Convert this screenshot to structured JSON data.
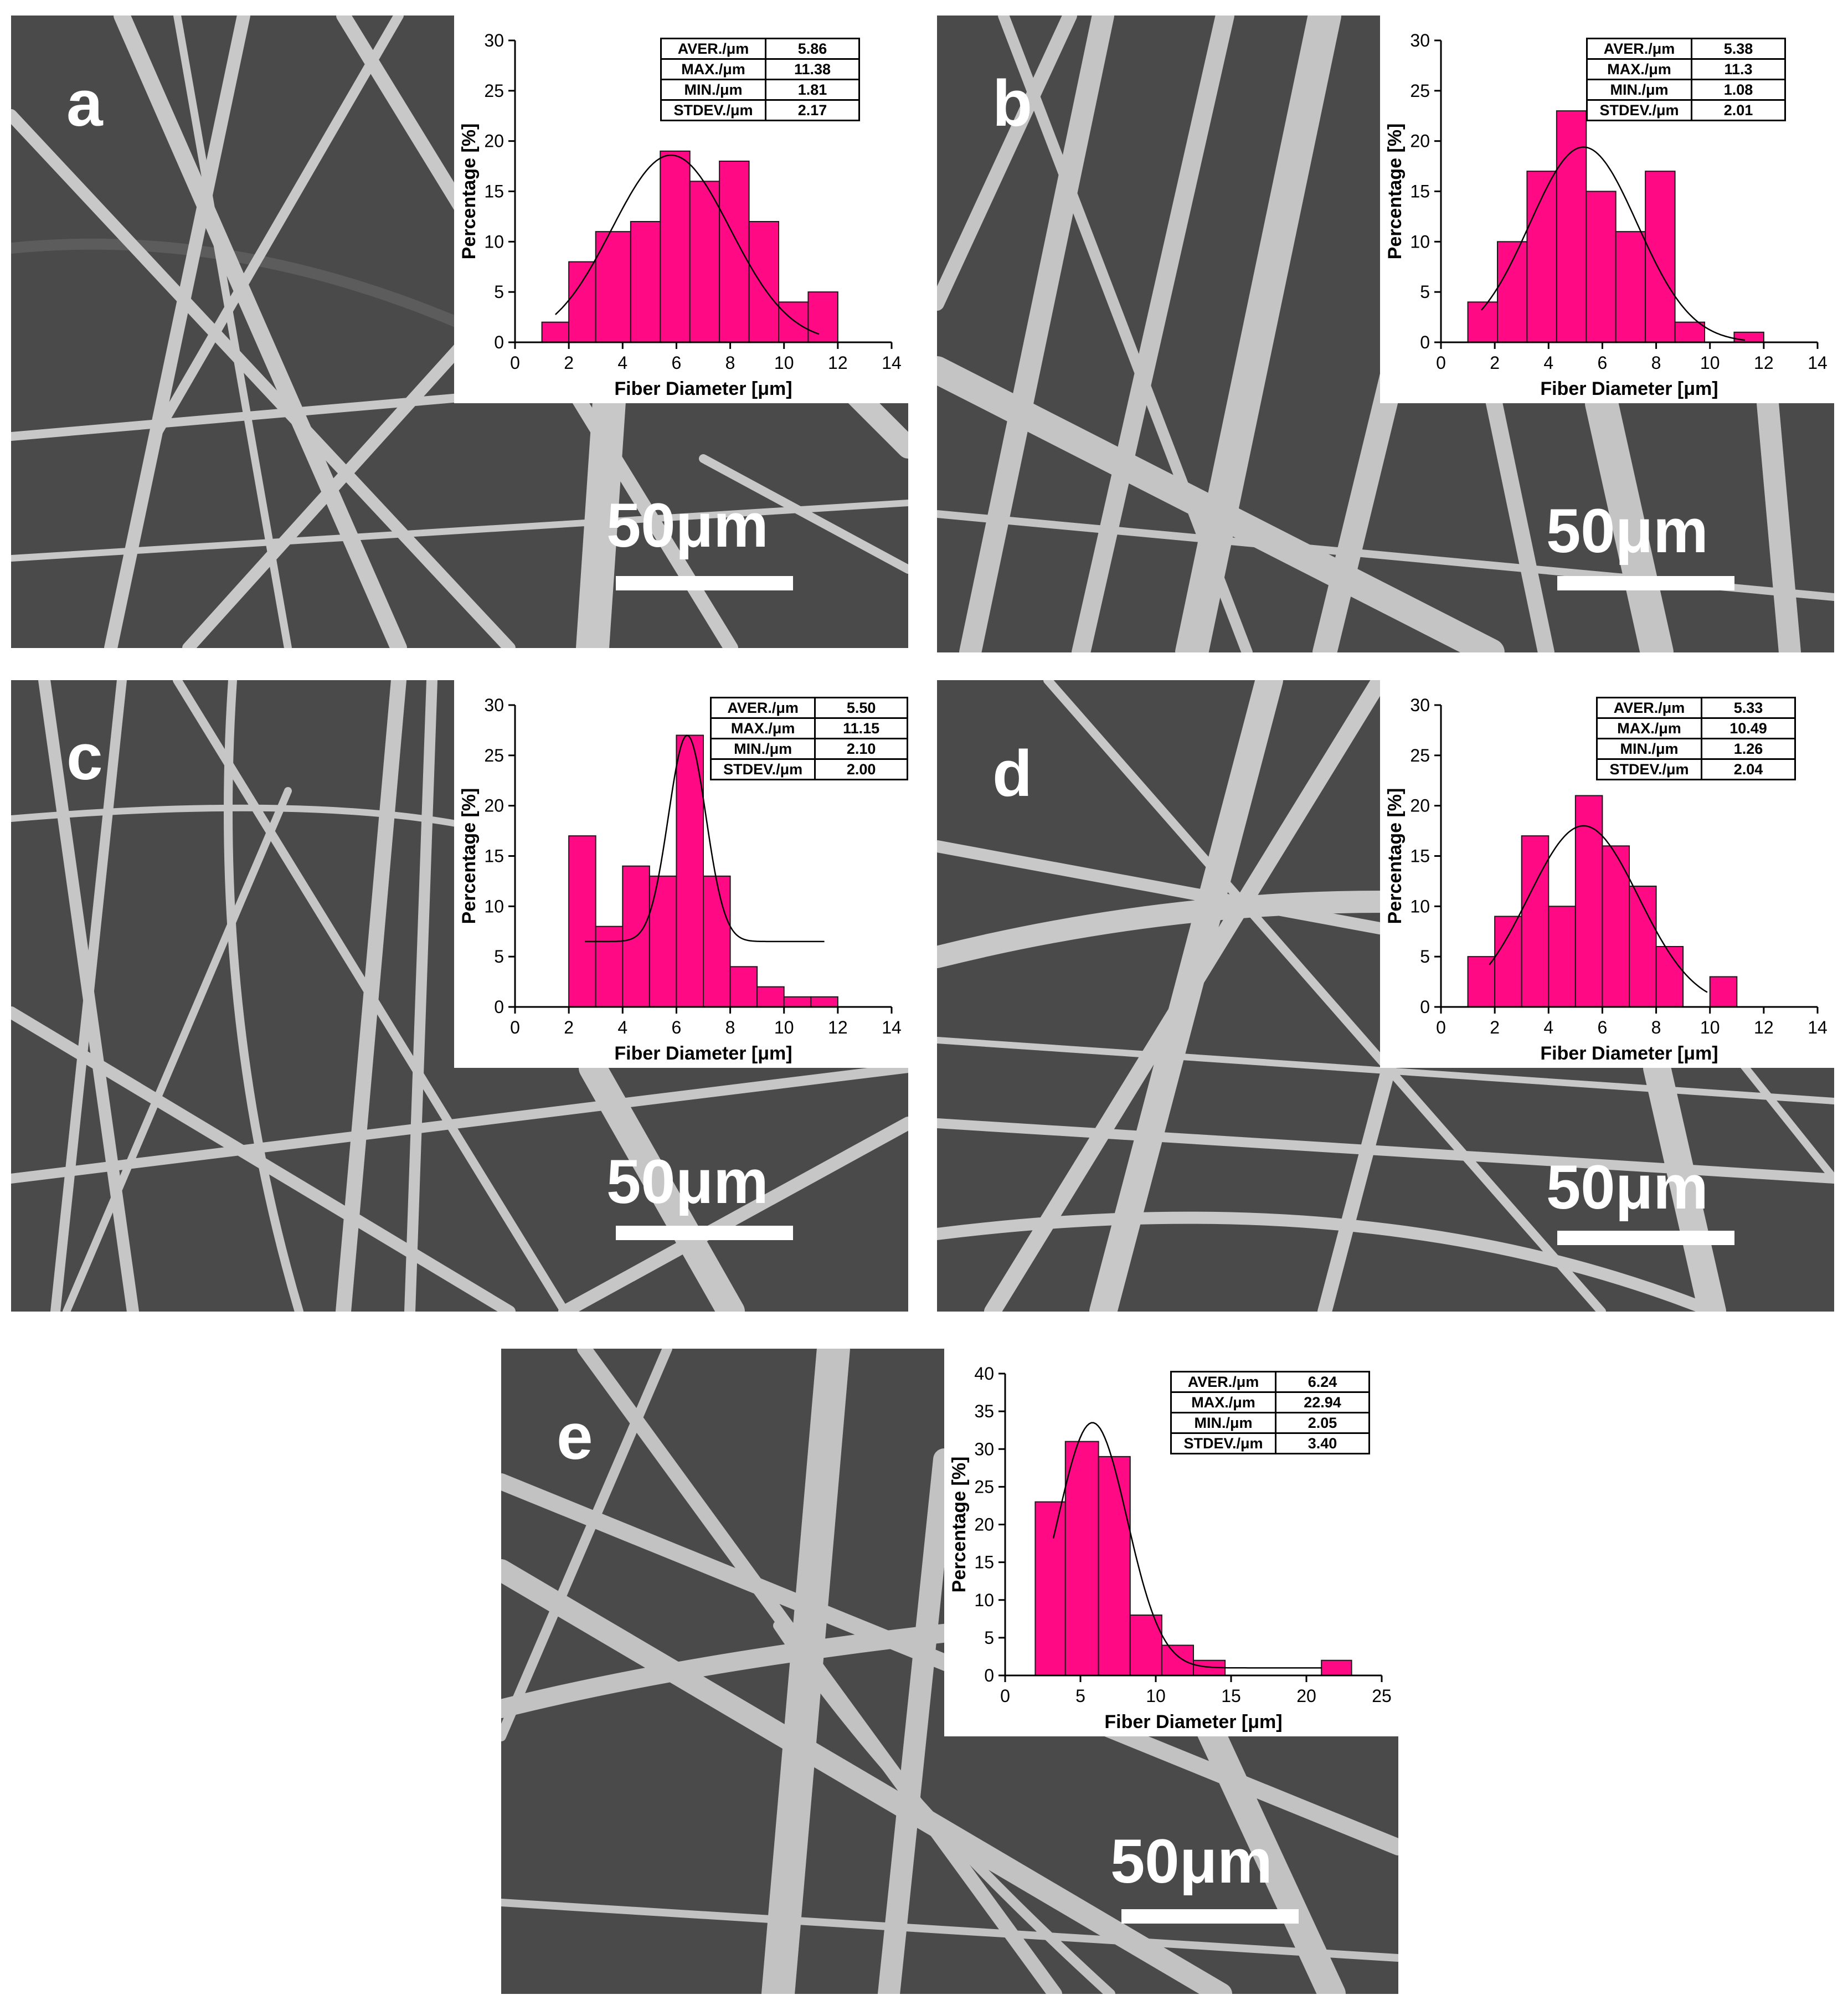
{
  "scale_bar_label": "50μm",
  "colors": {
    "bar_fill": "#ff0a84",
    "bar_edge": "#1a1a1a",
    "fit_curve": "#000000",
    "background_fiber_light": "#d8d8d8",
    "background_dark": "#4a4a4a"
  },
  "panels": [
    {
      "label": "a",
      "stats": [
        {
          "k": "AVER./μm",
          "v": "5.86"
        },
        {
          "k": "MAX./μm",
          "v": "11.38"
        },
        {
          "k": "MIN./μm",
          "v": "1.81"
        },
        {
          "k": "STDEV./μm",
          "v": "2.17"
        }
      ]
    },
    {
      "label": "b",
      "stats": [
        {
          "k": "AVER./μm",
          "v": "5.38"
        },
        {
          "k": "MAX./μm",
          "v": "11.3"
        },
        {
          "k": "MIN./μm",
          "v": "1.08"
        },
        {
          "k": "STDEV./μm",
          "v": "2.01"
        }
      ]
    },
    {
      "label": "c",
      "stats": [
        {
          "k": "AVER./μm",
          "v": "5.50"
        },
        {
          "k": "MAX./μm",
          "v": "11.15"
        },
        {
          "k": "MIN./μm",
          "v": "2.10"
        },
        {
          "k": "STDEV./μm",
          "v": "2.00"
        }
      ]
    },
    {
      "label": "d",
      "stats": [
        {
          "k": "AVER./μm",
          "v": "5.33"
        },
        {
          "k": "MAX./μm",
          "v": "10.49"
        },
        {
          "k": "MIN./μm",
          "v": "1.26"
        },
        {
          "k": "STDEV./μm",
          "v": "2.04"
        }
      ]
    },
    {
      "label": "e",
      "stats": [
        {
          "k": "AVER./μm",
          "v": "6.24"
        },
        {
          "k": "MAX./μm",
          "v": "22.94"
        },
        {
          "k": "MIN./μm",
          "v": "2.05"
        },
        {
          "k": "STDEV./μm",
          "v": "3.40"
        }
      ]
    }
  ],
  "chart_data": [
    {
      "panel": "a",
      "type": "bar",
      "xlabel": "Fiber Diameter [μm]",
      "ylabel": "Percentage [%]",
      "xlim": [
        0,
        14
      ],
      "ylim": [
        0,
        30
      ],
      "xticks": [
        0,
        2,
        4,
        6,
        8,
        10,
        12,
        14
      ],
      "yticks": [
        0,
        5,
        10,
        15,
        20,
        25,
        30
      ],
      "bins": [
        [
          1,
          2
        ],
        [
          2,
          3
        ],
        [
          3,
          4.3
        ],
        [
          4.3,
          5.4
        ],
        [
          5.4,
          6.5
        ],
        [
          6.5,
          7.6
        ],
        [
          7.6,
          8.7
        ],
        [
          8.7,
          9.8
        ],
        [
          9.8,
          10.9
        ],
        [
          10.9,
          12
        ]
      ],
      "values": [
        2,
        8,
        11,
        12,
        19,
        16,
        18,
        12,
        4,
        5
      ],
      "fit": {
        "mean": 5.8,
        "sd": 2.2,
        "peak": 18.6,
        "xrange": [
          1.5,
          11.3
        ]
      }
    },
    {
      "panel": "b",
      "type": "bar",
      "xlabel": "Fiber Diameter [μm]",
      "ylabel": "Percentage [%]",
      "xlim": [
        0,
        14
      ],
      "ylim": [
        0,
        30
      ],
      "xticks": [
        0,
        2,
        4,
        6,
        8,
        10,
        12,
        14
      ],
      "yticks": [
        0,
        5,
        10,
        15,
        20,
        25,
        30
      ],
      "bins": [
        [
          1,
          2.1
        ],
        [
          2.1,
          3.2
        ],
        [
          3.2,
          4.3
        ],
        [
          4.3,
          5.4
        ],
        [
          5.4,
          6.5
        ],
        [
          6.5,
          7.6
        ],
        [
          7.6,
          8.7
        ],
        [
          8.7,
          9.8
        ],
        [
          9.8,
          10.9
        ],
        [
          10.9,
          12
        ]
      ],
      "values": [
        4,
        10,
        17,
        23,
        15,
        11,
        17,
        2,
        0,
        1
      ],
      "fit": {
        "mean": 5.3,
        "sd": 2.0,
        "peak": 19.4,
        "xrange": [
          1.5,
          11.3
        ]
      }
    },
    {
      "panel": "c",
      "type": "bar",
      "xlabel": "Fiber Diameter [μm]",
      "ylabel": "Percentage [%]",
      "xlim": [
        0,
        14
      ],
      "ylim": [
        0,
        30
      ],
      "xticks": [
        0,
        2,
        4,
        6,
        8,
        10,
        12,
        14
      ],
      "yticks": [
        0,
        5,
        10,
        15,
        20,
        25,
        30
      ],
      "bins": [
        [
          2,
          3
        ],
        [
          3,
          4
        ],
        [
          4,
          5
        ],
        [
          5,
          6
        ],
        [
          6,
          7
        ],
        [
          7,
          8
        ],
        [
          8,
          9
        ],
        [
          9,
          10
        ],
        [
          10,
          11
        ],
        [
          11,
          12
        ]
      ],
      "values": [
        17,
        8,
        14,
        13,
        27,
        13,
        4,
        2,
        1,
        1
      ],
      "fit": {
        "mean": 6.4,
        "sd": 0.7,
        "peak": 27,
        "baseline": 6.5,
        "xrange": [
          2.6,
          11.5
        ]
      }
    },
    {
      "panel": "d",
      "type": "bar",
      "xlabel": "Fiber Diameter [μm]",
      "ylabel": "Percentage [%]",
      "xlim": [
        0,
        14
      ],
      "ylim": [
        0,
        30
      ],
      "xticks": [
        0,
        2,
        4,
        6,
        8,
        10,
        12,
        14
      ],
      "yticks": [
        0,
        5,
        10,
        15,
        20,
        25,
        30
      ],
      "bins": [
        [
          1,
          2
        ],
        [
          2,
          3
        ],
        [
          3,
          4
        ],
        [
          4,
          5
        ],
        [
          5,
          6
        ],
        [
          6,
          7
        ],
        [
          7,
          8
        ],
        [
          8,
          9
        ],
        [
          10,
          11
        ]
      ],
      "values": [
        5,
        9,
        17,
        10,
        21,
        16,
        12,
        6,
        3
      ],
      "fit": {
        "mean": 5.3,
        "sd": 2.05,
        "peak": 18,
        "xrange": [
          1.8,
          9.9
        ]
      }
    },
    {
      "panel": "e",
      "type": "bar",
      "xlabel": "Fiber Diameter [μm]",
      "ylabel": "Percentage [%]",
      "xlim": [
        0,
        25
      ],
      "ylim": [
        0,
        40
      ],
      "xticks": [
        0,
        5,
        10,
        15,
        20,
        25
      ],
      "yticks": [
        0,
        5,
        10,
        15,
        20,
        25,
        30,
        35,
        40
      ],
      "bins": [
        [
          2,
          4
        ],
        [
          4,
          6.2
        ],
        [
          6.2,
          8.3
        ],
        [
          8.3,
          10.4
        ],
        [
          10.4,
          12.5
        ],
        [
          12.5,
          14.6
        ],
        [
          21,
          23
        ]
      ],
      "values": [
        23,
        31,
        29,
        8,
        4,
        2,
        2
      ],
      "fit": {
        "mean": 5.8,
        "sd": 2.3,
        "peak": 33.5,
        "baseline": 1,
        "xrange": [
          3.2,
          21
        ]
      }
    }
  ]
}
